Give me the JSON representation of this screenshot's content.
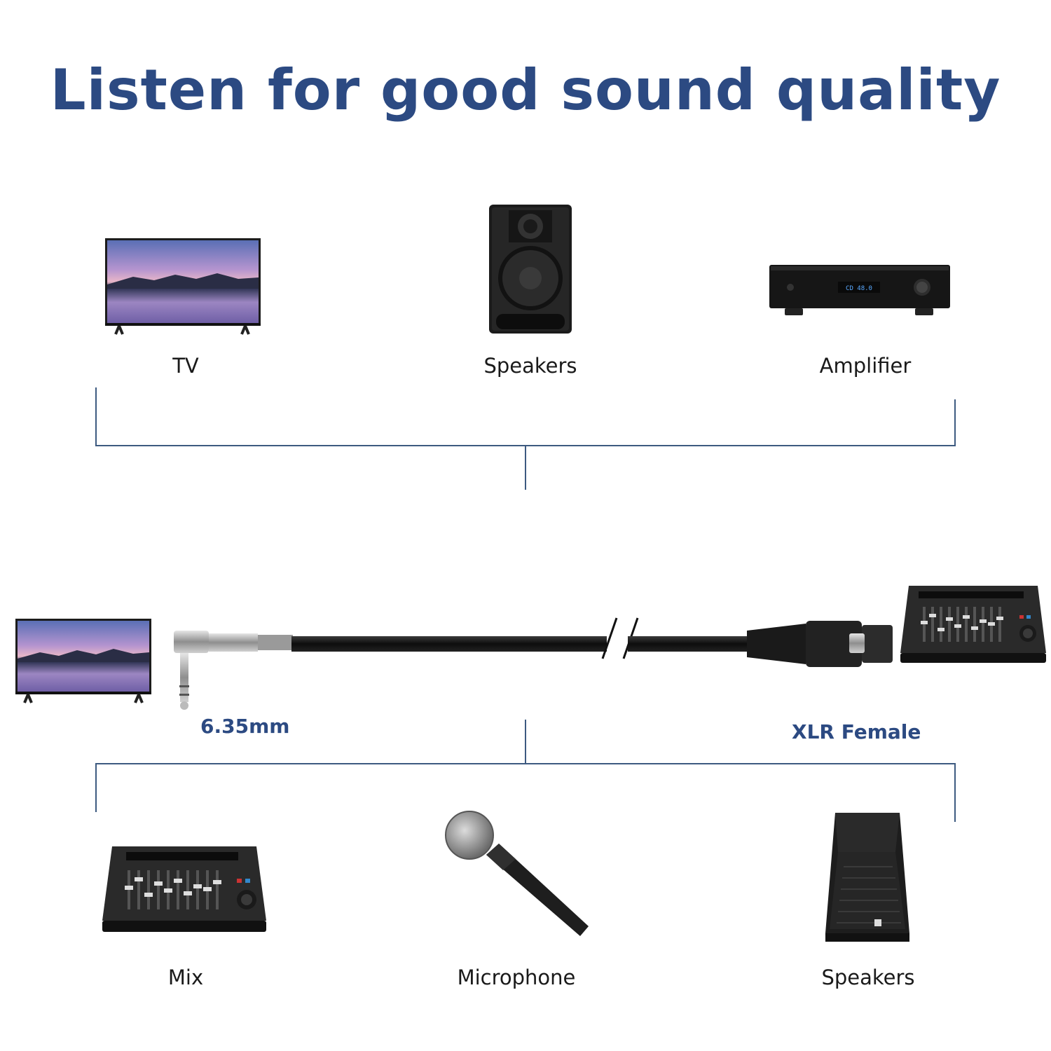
{
  "title": "Listen for good sound quality",
  "top_devices": [
    {
      "label": "TV",
      "icon": "tv-icon"
    },
    {
      "label": "Speakers",
      "icon": "bookshelf-speaker-icon"
    },
    {
      "label": "Amplifier",
      "icon": "amplifier-icon"
    }
  ],
  "amplifier_display": "CD 48.0",
  "cable": {
    "left_connector": "6.35mm",
    "right_connector": "XLR Female"
  },
  "bottom_devices": [
    {
      "label": "Mix",
      "icon": "mixer-icon"
    },
    {
      "label": "Microphone",
      "icon": "microphone-icon"
    },
    {
      "label": "Speakers",
      "icon": "pa-speaker-icon"
    }
  ],
  "colors": {
    "accent": "#2c4a82",
    "lines": "#3d5a80"
  }
}
